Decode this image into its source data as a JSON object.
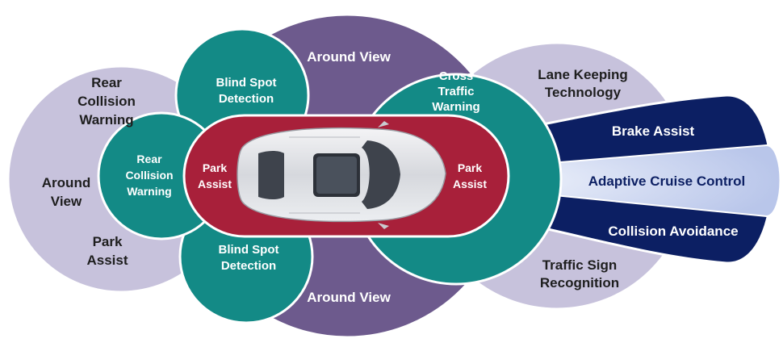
{
  "colors": {
    "outer_lavender": "#c7c2dc",
    "around_view_purple": "#6d5a8d",
    "teal": "#138a86",
    "park_red": "#a8203a",
    "navy": "#0c1f63",
    "light_beam": "#c9d3ef",
    "dark_text": "#1e1e1e",
    "light_text": "#ffffff"
  },
  "zones": {
    "rear_outer": {
      "title": [
        "Rear",
        "Collision",
        "Warning"
      ],
      "around_view": [
        "Around",
        "View"
      ],
      "park_assist": [
        "Park",
        "Assist"
      ]
    },
    "around_view_top": [
      "Around View"
    ],
    "around_view_bottom": [
      "Around View"
    ],
    "blind_spot_top": [
      "Blind Spot",
      "Detection"
    ],
    "blind_spot_bottom": [
      "Blind Spot",
      "Detection"
    ],
    "rear_collision_inner": [
      "Rear",
      "Collision",
      "Warning"
    ],
    "park_assist_rear": [
      "Park",
      "Assist"
    ],
    "park_assist_front": [
      "Park",
      "Assist"
    ],
    "cross_traffic": [
      "Cross",
      "Traffic",
      "Warning"
    ],
    "lane_keeping": [
      "Lane Keeping",
      "Technology"
    ],
    "traffic_sign": [
      "Traffic Sign",
      "Recognition"
    ],
    "brake_assist": [
      "Brake Assist"
    ],
    "adaptive_cruise": [
      "Adaptive Cruise Control"
    ],
    "collision_avoidance": [
      "Collision Avoidance"
    ]
  },
  "icons": {
    "car": "car-top-view-icon"
  }
}
